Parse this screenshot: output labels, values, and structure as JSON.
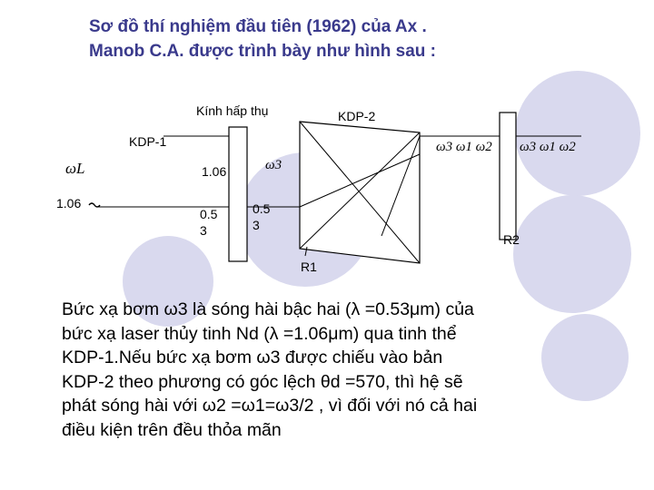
{
  "title": {
    "line1": "Sơ đồ thí nghiệm đầu tiên (1962) của Ax .",
    "line2": "Manob C.A. được trình bày như hình sau :"
  },
  "diagram": {
    "absorber_label": "Kính hấp thụ",
    "kdp2_label": "KDP-2",
    "kdp1_label": "KDP-1",
    "omega_L": "ωL",
    "omega_3": "ω3",
    "wl_1_06_a": "1.06",
    "wl_1_06_b": "1.06",
    "wl_0_53_a_l1": "0.5",
    "wl_0_53_a_l2": "3",
    "wl_0_53_b_l1": "0.5",
    "wl_0_53_b_l2": "3",
    "out_group_1": "ω3 ω1 ω2",
    "out_group_2": "ω3 ω1 ω2",
    "r1": "R1",
    "r2": "R2"
  },
  "body": {
    "line1": "Bức xạ bơm ω3 là sóng hài bậc hai (λ =0.53μm) của",
    "line2": "bức xạ laser thủy tinh Nd (λ =1.06μm) qua tinh thể",
    "line3": "KDP-1.Nếu bức xạ bơm ω3 được chiếu vào bản",
    "line4": "KDP-2 theo phương có góc lệch θd =570, thì hệ sẽ",
    "line5": "phát sóng hài với ω2 =ω1=ω3/2 , vì đối với nó cả hai",
    "line6": "điều kiện trên đều thỏa mãn"
  },
  "colors": {
    "title": "#3a3a8c",
    "circle": "#d9d9ee"
  }
}
